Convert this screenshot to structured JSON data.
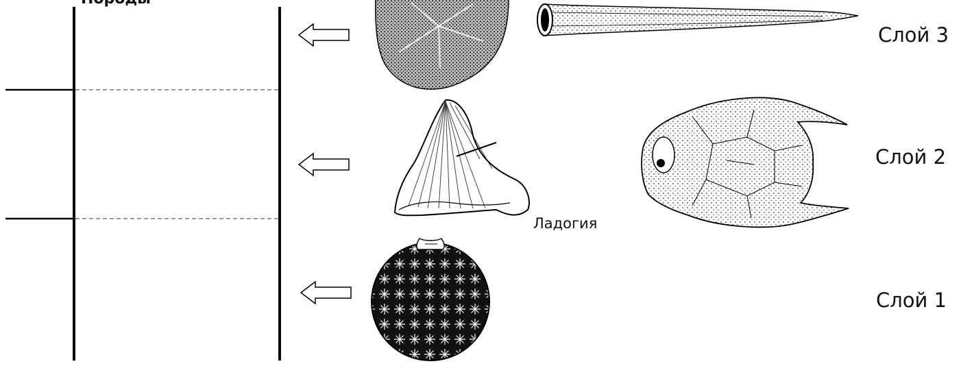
{
  "header": {
    "top_caption": "Породы"
  },
  "layers": [
    {
      "label": "Слой 3"
    },
    {
      "label": "Слой 2"
    },
    {
      "label": "Слой 1"
    }
  ],
  "fossils": {
    "caption": "Ладогия"
  }
}
